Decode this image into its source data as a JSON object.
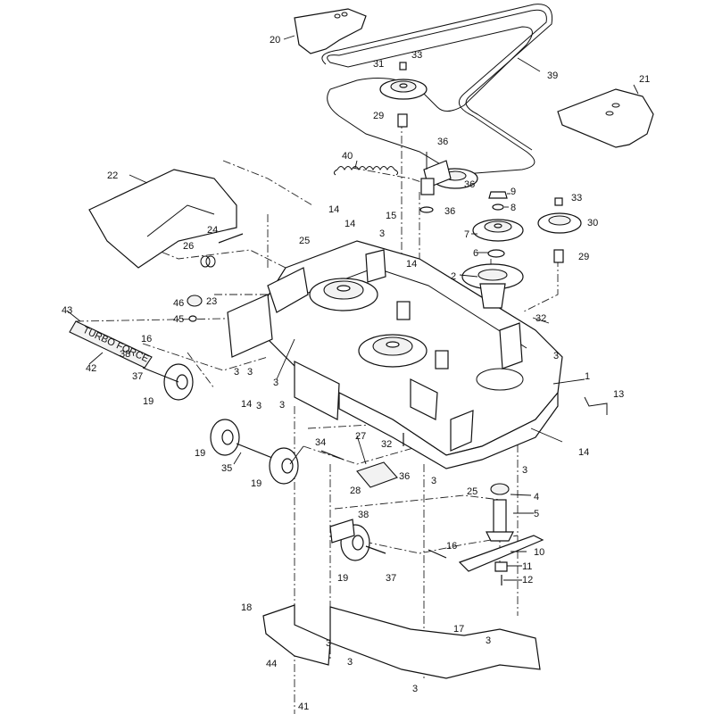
{
  "callouts": [
    {
      "id": "c1",
      "text": "1"
    },
    {
      "id": "c2",
      "text": "2"
    },
    {
      "id": "c3a",
      "text": "3"
    },
    {
      "id": "c3b",
      "text": "3"
    },
    {
      "id": "c3c",
      "text": "3"
    },
    {
      "id": "c3d",
      "text": "3"
    },
    {
      "id": "c3e",
      "text": "3"
    },
    {
      "id": "c3f",
      "text": "3"
    },
    {
      "id": "c3g",
      "text": "3"
    },
    {
      "id": "c3h",
      "text": "3"
    },
    {
      "id": "c3i",
      "text": "3"
    },
    {
      "id": "c3j",
      "text": "3"
    },
    {
      "id": "c3k",
      "text": "3"
    },
    {
      "id": "c3l",
      "text": "3"
    },
    {
      "id": "c3m",
      "text": "3"
    },
    {
      "id": "c4",
      "text": "4"
    },
    {
      "id": "c5",
      "text": "5"
    },
    {
      "id": "c6",
      "text": "6"
    },
    {
      "id": "c7",
      "text": "7"
    },
    {
      "id": "c8",
      "text": "8"
    },
    {
      "id": "c9",
      "text": "9"
    },
    {
      "id": "c10",
      "text": "10"
    },
    {
      "id": "c11",
      "text": "11"
    },
    {
      "id": "c12",
      "text": "12"
    },
    {
      "id": "c13",
      "text": "13"
    },
    {
      "id": "c14a",
      "text": "14"
    },
    {
      "id": "c14b",
      "text": "14"
    },
    {
      "id": "c14c",
      "text": "14"
    },
    {
      "id": "c14d",
      "text": "14"
    },
    {
      "id": "c14e",
      "text": "14"
    },
    {
      "id": "c15",
      "text": "15"
    },
    {
      "id": "c16a",
      "text": "16"
    },
    {
      "id": "c16b",
      "text": "16"
    },
    {
      "id": "c17",
      "text": "17"
    },
    {
      "id": "c18",
      "text": "18"
    },
    {
      "id": "c19a",
      "text": "19"
    },
    {
      "id": "c19b",
      "text": "19"
    },
    {
      "id": "c19c",
      "text": "19"
    },
    {
      "id": "c19d",
      "text": "19"
    },
    {
      "id": "c20",
      "text": "20"
    },
    {
      "id": "c21",
      "text": "21"
    },
    {
      "id": "c22",
      "text": "22"
    },
    {
      "id": "c23",
      "text": "23"
    },
    {
      "id": "c24",
      "text": "24"
    },
    {
      "id": "c25a",
      "text": "25"
    },
    {
      "id": "c25b",
      "text": "25"
    },
    {
      "id": "c26",
      "text": "26"
    },
    {
      "id": "c27",
      "text": "27"
    },
    {
      "id": "c28",
      "text": "28"
    },
    {
      "id": "c29a",
      "text": "29"
    },
    {
      "id": "c29b",
      "text": "29"
    },
    {
      "id": "c30",
      "text": "30"
    },
    {
      "id": "c31",
      "text": "31"
    },
    {
      "id": "c32a",
      "text": "32"
    },
    {
      "id": "c32b",
      "text": "32"
    },
    {
      "id": "c33a",
      "text": "33"
    },
    {
      "id": "c33b",
      "text": "33"
    },
    {
      "id": "c34",
      "text": "34"
    },
    {
      "id": "c35",
      "text": "35"
    },
    {
      "id": "c36a",
      "text": "36"
    },
    {
      "id": "c36b",
      "text": "36"
    },
    {
      "id": "c36c",
      "text": "36"
    },
    {
      "id": "c36d",
      "text": "36"
    },
    {
      "id": "c37a",
      "text": "37"
    },
    {
      "id": "c37b",
      "text": "37"
    },
    {
      "id": "c38a",
      "text": "38"
    },
    {
      "id": "c38b",
      "text": "38"
    },
    {
      "id": "c39",
      "text": "39"
    },
    {
      "id": "c40",
      "text": "40"
    },
    {
      "id": "c41",
      "text": "41"
    },
    {
      "id": "c42",
      "text": "42"
    },
    {
      "id": "c43",
      "text": "43"
    },
    {
      "id": "c44",
      "text": "44"
    },
    {
      "id": "c45",
      "text": "45"
    },
    {
      "id": "c46",
      "text": "46"
    }
  ],
  "decal_text": "TURBO FORCE"
}
